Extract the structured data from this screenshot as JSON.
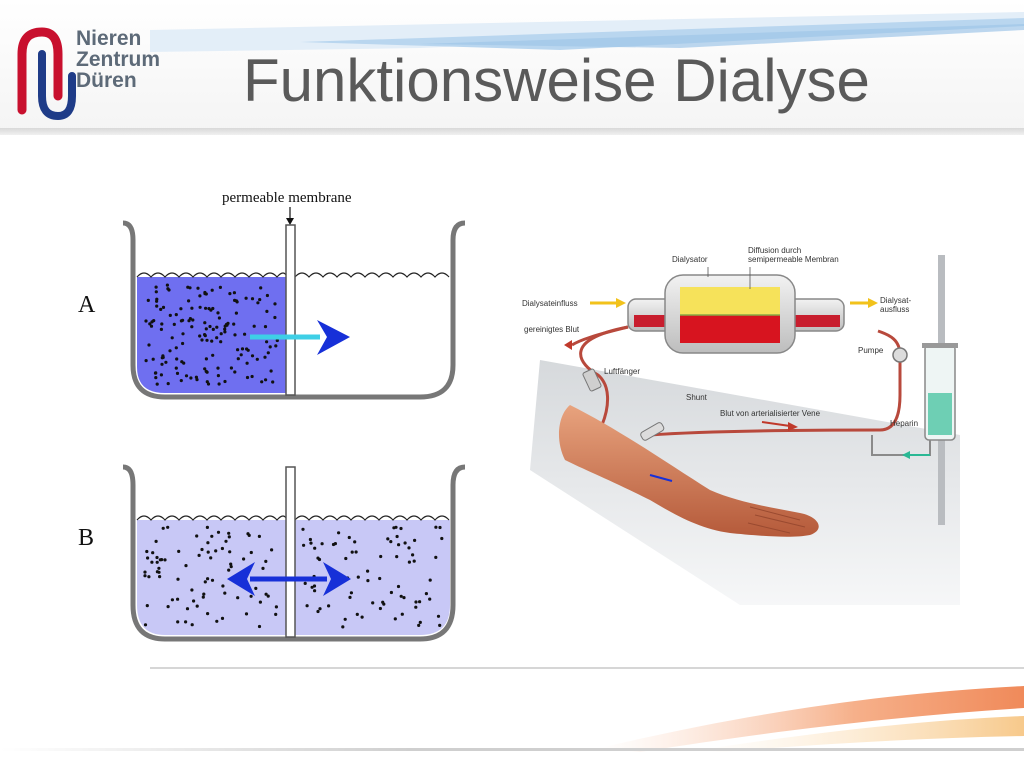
{
  "logo": {
    "line1": "Nieren",
    "line2": "Zentrum",
    "line3": "Düren"
  },
  "title": "Funktionsweise Dialyse",
  "diffusion": {
    "membrane_label": "permeable membrane",
    "label_a": "A",
    "label_b": "B"
  },
  "dialysis": {
    "dialysator": "Dialysator",
    "diffusion_line1": "Diffusion durch",
    "diffusion_line2": "semipermeable Membran",
    "dialysate_in": "Dialysateinfluss",
    "dialysate_out_1": "Dialysat-",
    "dialysate_out_2": "ausfluss",
    "clean_blood": "gereinigtes Blut",
    "pump": "Pumpe",
    "air_trap": "Luftfänger",
    "shunt": "Shunt",
    "blood_from_vein": "Blut von arterialisierter Vene",
    "heparin": "Heparin"
  },
  "colors": {
    "left_fluid": "#6f6ff0",
    "mixed_fluid": "#c8c8f6",
    "arrow_blue": "#1730d8",
    "arrow_cyan": "#3ecfe6",
    "logo_red": "#c8102e",
    "logo_blue": "#1f3c88"
  }
}
